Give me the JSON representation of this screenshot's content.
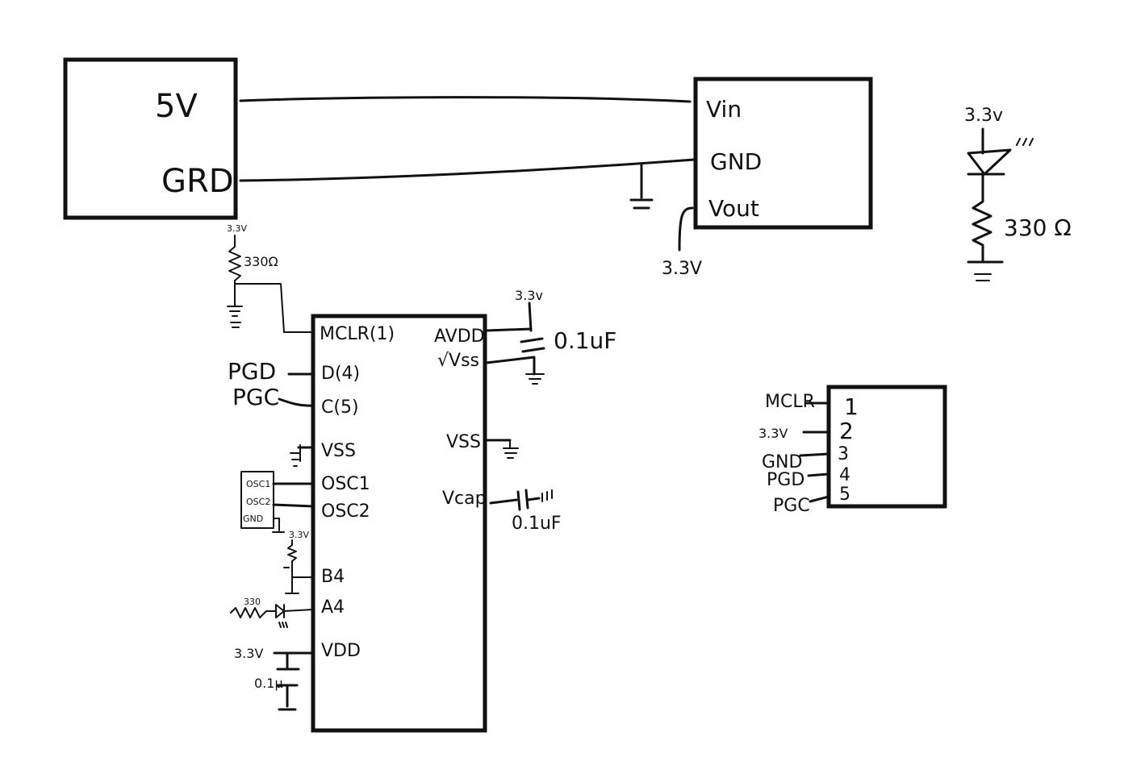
{
  "supply": {
    "pos_label": "5V",
    "gnd_label": "GRD"
  },
  "regulator": {
    "vin": "Vin",
    "gnd": "GND",
    "vout": "Vout",
    "out_voltage": "3.3V"
  },
  "power_led": {
    "voltage": "3.3v",
    "resistor": "330 Ω"
  },
  "mcu": {
    "pins_left": [
      "MCLR(1)",
      "D(4)",
      "C(5)",
      "VSS",
      "OSC1",
      "OSC2",
      "B4",
      "A4",
      "VDD"
    ],
    "pins_right": [
      "AVDD",
      "√Vss",
      "VSS",
      "Vcap"
    ]
  },
  "mclr_pullup": {
    "voltage": "3.3V",
    "resistor": "330Ω"
  },
  "prog_labels": {
    "pgd": "PGD",
    "pgc": "PGC"
  },
  "oscillator": {
    "pin1": "OSC1",
    "pin2": "OSC2",
    "pin3": "GND"
  },
  "b4_pullup": {
    "voltage": "3.3V"
  },
  "a4_led": {
    "resistor": "330"
  },
  "vdd_net": {
    "voltage": "3.3V",
    "cap": "0.1μ"
  },
  "avdd_net": {
    "voltage": "3.3v",
    "cap": "0.1uF"
  },
  "vcap": {
    "cap": "0.1uF"
  },
  "header": {
    "signals": [
      "MCLR",
      "3.3V",
      "GND",
      "PGD",
      "PGC"
    ],
    "pins": [
      "1",
      "2",
      "3",
      "4",
      "5"
    ]
  }
}
